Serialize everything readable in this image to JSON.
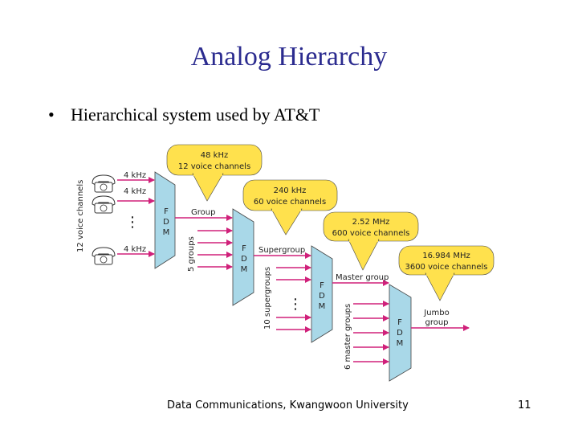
{
  "slide": {
    "title": "Analog Hierarchy",
    "bullet": "Hierarchical system used by AT&T",
    "footer": "Data Communications, Kwangwoon University",
    "page_number": "11"
  },
  "diagram": {
    "colors": {
      "callout": "#ffe14d",
      "mux": "#a9d8e8",
      "arrow": "#d0207a"
    },
    "callouts": [
      {
        "line1": "48 kHz",
        "line2": "12 voice channels"
      },
      {
        "line1": "240 kHz",
        "line2": "60 voice channels"
      },
      {
        "line1": "2.52 MHz",
        "line2": "600 voice channels"
      },
      {
        "line1": "16.984 MHz",
        "line2": "3600 voice channels"
      }
    ],
    "input_labels": {
      "ch1": "4 kHz",
      "ch2": "4 kHz",
      "ch12": "4 kHz"
    },
    "side_labels": {
      "voice": "12 voice channels",
      "groups": "5 groups",
      "supergroups": "10 supergroups",
      "master": "6 master groups"
    },
    "output_labels": {
      "group": "Group",
      "supergroup": "Supergroup",
      "master_group": "Master group",
      "jumbo_line1": "Jumbo",
      "jumbo_line2": "group"
    },
    "mux_letters": [
      "F",
      "D",
      "M"
    ],
    "ellipsis": "⋮"
  }
}
